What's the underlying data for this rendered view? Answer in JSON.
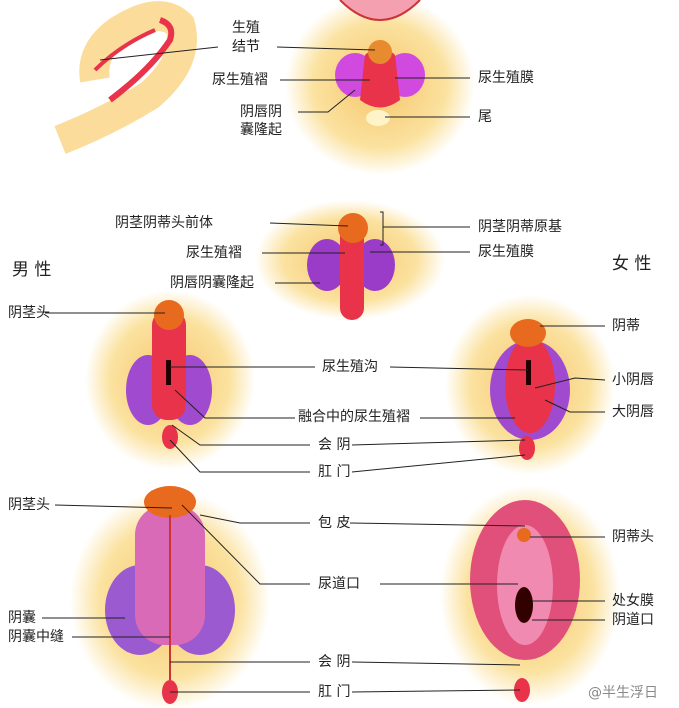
{
  "stage1": {
    "genital_tubercle_line1": "生殖",
    "genital_tubercle_line2": "结节",
    "urogenital_fold": "尿生殖褶",
    "labioscrotal_line1": "阴唇阴",
    "labioscrotal_line2": "囊隆起",
    "urogenital_membrane": "尿生殖膜",
    "tail": "尾"
  },
  "stage2": {
    "glans_primordium": "阴茎阴蒂头前体",
    "phallus_primordium": "阴茎阴蒂原基",
    "urogenital_fold": "尿生殖褶",
    "urogenital_membrane": "尿生殖膜",
    "labioscrotal_swelling": "阴唇阴囊隆起"
  },
  "sex_labels": {
    "male": "男 性",
    "female": "女 性"
  },
  "stage3": {
    "glans_penis": "阴茎头",
    "urogenital_groove": "尿生殖沟",
    "fusing_folds": "融合中的尿生殖褶",
    "perineum": "会 阴",
    "anus": "肛 门",
    "clitoris": "阴蒂",
    "labia_minora": "小阴唇",
    "labia_majora": "大阴唇"
  },
  "stage4": {
    "glans_penis": "阴茎头",
    "prepuce": "包 皮",
    "urethral_orifice": "尿道口",
    "scrotum": "阴囊",
    "scrotal_raphe": "阴囊中缝",
    "perineum": "会 阴",
    "anus": "肛 门",
    "glans_clitoris": "阴蒂头",
    "hymen": "处女膜",
    "vaginal_orifice": "阴道口"
  },
  "watermark": "@半生浮日"
}
